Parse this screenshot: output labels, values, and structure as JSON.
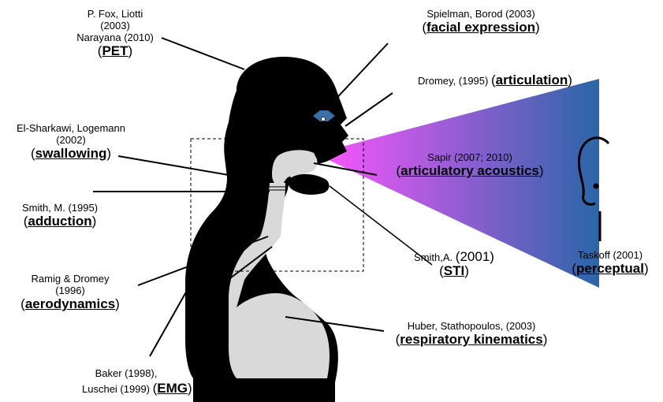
{
  "colors": {
    "body": "#000000",
    "airway": "#d9d9d9",
    "eye": "#3a70a8",
    "cone_start": "#ff55ff",
    "cone_end": "#2a66a8"
  },
  "labels": {
    "pet": {
      "l1": "P. Fox, Liotti",
      "l2": "(2003)",
      "l3": "Narayana (2010)",
      "kw": "PET"
    },
    "facial": {
      "l1": "Spielman, Borod (2003)",
      "kw": "facial expression"
    },
    "articulation": {
      "l1": "Dromey, (1995)",
      "kw": "articulation"
    },
    "swallowing": {
      "l1": "El-Sharkawi, Logemann",
      "l2": "(2002)",
      "kw": "swallowing"
    },
    "acoustics": {
      "l1": "Sapir (2007; 2010)",
      "kw": "articulatory acoustics"
    },
    "adduction": {
      "l1": "Smith, M. (1995)",
      "kw": "adduction"
    },
    "sti": {
      "l1": "Smith,A.",
      "l1b": "(2001)",
      "kw": "STI"
    },
    "perceptual": {
      "l1": "Taskoff (2001)",
      "kw": "perceptual"
    },
    "aerodynamics": {
      "l1": "Ramig & Dromey",
      "l2": "(1996)",
      "kw": "aerodynamics"
    },
    "respiratory": {
      "l1": "Huber, Stathopoulos, (2003)",
      "kw": "respiratory kinematics"
    },
    "emg": {
      "l1": "Baker (1998),",
      "l2": "Luschei (1999)",
      "kw": "EMG"
    }
  }
}
